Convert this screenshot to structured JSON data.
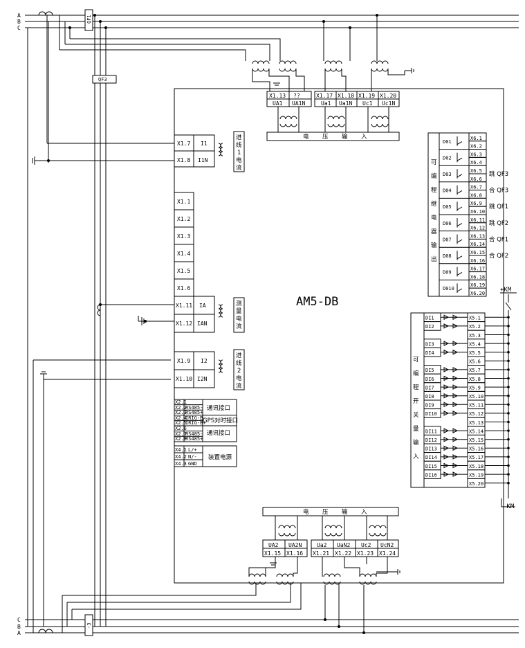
{
  "device_title": "AM5-DB",
  "phases_top": [
    "A",
    "B",
    "C"
  ],
  "phases_bottom": [
    "C",
    "B",
    "A"
  ],
  "breakers": {
    "qf1": "QF1",
    "qf3": "QF3",
    "bottom": "-3"
  },
  "voltage_in_top": {
    "title": [
      "电",
      "压",
      "输",
      "入"
    ],
    "terms": [
      "X1.13",
      "??",
      "X1.17",
      "X1.18",
      "X1.19",
      "X1.20"
    ],
    "names": [
      "UA1",
      "UA1N",
      "Ua1",
      "Ua1N",
      "Uc1",
      "Uc1N"
    ]
  },
  "voltage_in_bottom": {
    "title": [
      "电",
      "压",
      "输",
      "入"
    ],
    "terms": [
      "X1.15",
      "X1.16",
      "X1.21",
      "X1.22",
      "X1.23",
      "X1.24"
    ],
    "names": [
      "UA2",
      "UA2N",
      "Ua2",
      "UaN2",
      "Uc2",
      "UcN2"
    ]
  },
  "incoming_current_1": {
    "label": [
      "进",
      "线",
      "1",
      "电",
      "流"
    ],
    "terms": [
      "X1.7",
      "X1.8"
    ],
    "names": [
      "I1",
      "I1N"
    ]
  },
  "measure_current": {
    "label": [
      "测",
      "量",
      "电",
      "流"
    ],
    "terms": [
      "X1.11",
      "X1.12"
    ],
    "names": [
      "IA",
      "IAN"
    ]
  },
  "incoming_current_2": {
    "label": [
      "进",
      "线",
      "2",
      "电",
      "流"
    ],
    "terms": [
      "X1.9",
      "X1.10"
    ],
    "names": [
      "I2",
      "I2N"
    ]
  },
  "spare_terms": [
    "X1.1",
    "X1.2",
    "X1.3",
    "X1.4",
    "X1.5",
    "X1.6"
  ],
  "comm": {
    "rows": [
      {
        "term": "X2.1",
        "sig": ""
      },
      {
        "term": "X2.2",
        "sig": "RS485-"
      },
      {
        "term": "X2.3",
        "sig": "RS485+"
      },
      {
        "term": "X2.4",
        "sig": "IRIG-B-"
      },
      {
        "term": "X2.5",
        "sig": "IRIG-B+"
      },
      {
        "term": "X2.6",
        "sig": ""
      },
      {
        "term": "X2.7",
        "sig": "RS485-"
      },
      {
        "term": "X2.8",
        "sig": "RS485+"
      }
    ],
    "labels": [
      "通讯接口",
      "GPS对时接口",
      "通讯接口"
    ]
  },
  "power": {
    "rows": [
      {
        "term": "X4.1",
        "sig": "L/+"
      },
      {
        "term": "X4.2",
        "sig": "N/-"
      },
      {
        "term": "X4.3",
        "sig": "GND"
      }
    ],
    "label": "装置电源"
  },
  "relay_out": {
    "label": [
      "可",
      "编",
      "程",
      "继",
      "电",
      "器",
      "输",
      "出"
    ],
    "names": [
      "D01",
      "D02",
      "D03",
      "D04",
      "D05",
      "D06",
      "D07",
      "D08",
      "D09",
      "D010"
    ],
    "terms": [
      "X6.1",
      "X6.2",
      "X6.3",
      "X6.4",
      "X6.5",
      "X6.6",
      "X6.7",
      "X6.8",
      "X6.9",
      "X6.10",
      "X6.11",
      "X6.12",
      "X6.13",
      "X6.14",
      "X6.15",
      "X6.16",
      "X6.17",
      "X6.18",
      "X6.19",
      "X6.20"
    ],
    "functions": [
      "",
      "",
      "跳 QF3",
      "合 QF3",
      "跳 QF1",
      "跳 QF2",
      "合 QF1",
      "合 QF2",
      "",
      ""
    ]
  },
  "switch_in": {
    "label": [
      "可",
      "编",
      "程",
      "开",
      "关",
      "量",
      "输",
      "入"
    ],
    "names": [
      "DI1",
      "DI2",
      "DI3",
      "DI4",
      "DI5",
      "DI6",
      "DI7",
      "DI8",
      "DI9",
      "DI10",
      "DI11",
      "DI12",
      "DI13",
      "DI14",
      "DI15",
      "DI16"
    ],
    "terms": [
      "X5.1",
      "X5.2",
      "X5.3",
      "X5.4",
      "X5.5",
      "X5.6",
      "X5.7",
      "X5.8",
      "X5.9",
      "X5.10",
      "X5.11",
      "X5.12",
      "X5.13",
      "X5.14",
      "X5.15",
      "X5.16",
      "X5.17",
      "X5.18",
      "X5.19",
      "X5.20"
    ],
    "plus": "+KM",
    "minus": "-KM"
  }
}
